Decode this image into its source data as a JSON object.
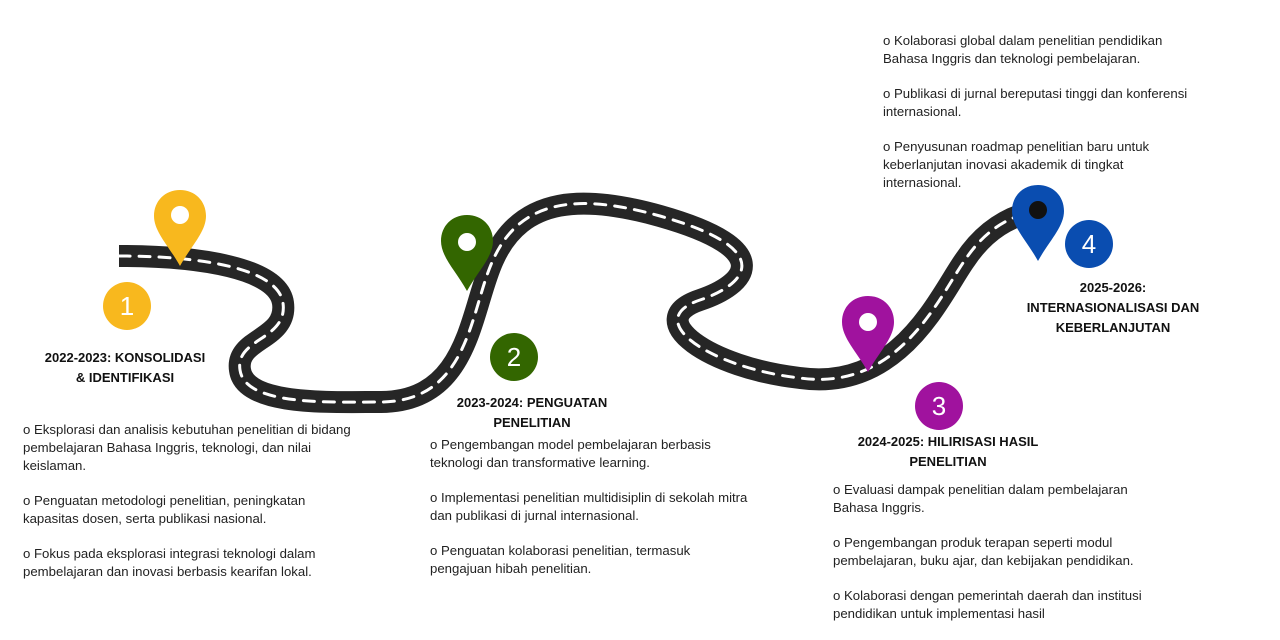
{
  "stages": [
    {
      "number": "1",
      "title_lines": [
        "2022-2023: KONSOLIDASI",
        "& IDENTIFIKASI"
      ],
      "color": "#F8B81E",
      "pin_icon": "map-pin-icon",
      "items": [
        "o Eksplorasi dan analisis kebutuhan penelitian di bidang pembelajaran Bahasa Inggris, teknologi, dan nilai keislaman.",
        "o Penguatan metodologi penelitian, peningkatan kapasitas dosen, serta publikasi nasional.",
        "o Fokus pada eksplorasi integrasi teknologi dalam pembelajaran dan inovasi berbasis kearifan lokal."
      ]
    },
    {
      "number": "2",
      "title_lines": [
        "2023-2024: PENGUATAN",
        "PENELITIAN"
      ],
      "color": "#336600",
      "pin_icon": "map-pin-icon",
      "items": [
        "o Pengembangan model pembelajaran berbasis teknologi dan transformative learning.",
        "o Implementasi penelitian multidisiplin di sekolah mitra dan publikasi di jurnal internasional.",
        "o Penguatan kolaborasi penelitian, termasuk pengajuan hibah penelitian."
      ]
    },
    {
      "number": "3",
      "title_lines": [
        "2024-2025: HILIRISASI HASIL",
        "PENELITIAN"
      ],
      "color": "#A0129E",
      "pin_icon": "map-pin-icon",
      "items": [
        "o Evaluasi dampak penelitian dalam pembelajaran Bahasa Inggris.",
        "o Pengembangan produk terapan seperti modul pembelajaran, buku ajar, dan kebijakan pendidikan.",
        "o Kolaborasi dengan pemerintah daerah dan institusi pendidikan untuk implementasi hasil"
      ]
    },
    {
      "number": "4",
      "title_lines": [
        "2025-2026:",
        "INTERNASIONALISASI DAN",
        "KEBERLANJUTAN"
      ],
      "color": "#0A4DB0",
      "pin_icon": "map-pin-icon",
      "items": [
        "o Kolaborasi global dalam penelitian pendidikan Bahasa Inggris dan teknologi pembelajaran.",
        "o Publikasi di jurnal bereputasi tinggi dan konferensi internasional.",
        "o Penyusunan roadmap penelitian baru untuk keberlanjutan inovasi akademik di tingkat internasional."
      ]
    }
  ],
  "road": {
    "color": "#262626",
    "dash_color": "#ffffff"
  }
}
